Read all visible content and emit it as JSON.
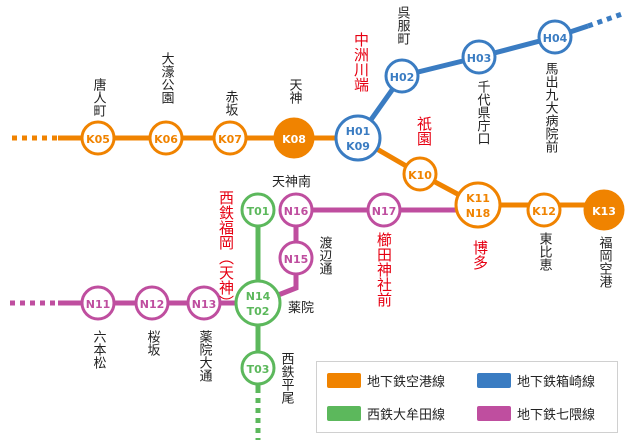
{
  "colors": {
    "airport": "#f08300",
    "hakozaki": "#3a7cc2",
    "nanakuma": "#bf4e9f",
    "omuta": "#5cb85c",
    "red_label": "#e60012",
    "text": "#222222"
  },
  "stations": {
    "K05": "唐人町",
    "K06": "大濠公園",
    "K07": "赤坂",
    "K08": "天神",
    "K09": "中洲川端",
    "K10": "祇園",
    "K11": "博多",
    "K12": "東比恵",
    "K13": "福岡空港",
    "H02": "呉服町",
    "H03": "千代県庁口",
    "H04": "馬出九大病院前",
    "N16": "天神南",
    "N15": "渡辺通",
    "N17": "櫛田神社前",
    "N14": "薬院",
    "N13": "薬院大通",
    "N12": "桜坂",
    "N11": "六本松",
    "T01": "西鉄福岡（天神）",
    "T03": "西鉄平尾"
  },
  "codes": {
    "K05": "K05",
    "K06": "K06",
    "K07": "K07",
    "K08": "K08",
    "K09a": "H01",
    "K09b": "K09",
    "K10": "K10",
    "K11a": "K11",
    "K11b": "N18",
    "K12": "K12",
    "K13": "K13",
    "H02": "H02",
    "H03": "H03",
    "H04": "H04",
    "N16": "N16",
    "N15": "N15",
    "N17": "N17",
    "N14a": "N14",
    "N14b": "T02",
    "N13": "N13",
    "N12": "N12",
    "N11": "N11",
    "T01": "T01",
    "T03": "T03"
  },
  "legend": {
    "airport": "地下鉄空港線",
    "hakozaki": "地下鉄箱崎線",
    "omuta": "西鉄大牟田線",
    "nanakuma": "地下鉄七隈線"
  }
}
